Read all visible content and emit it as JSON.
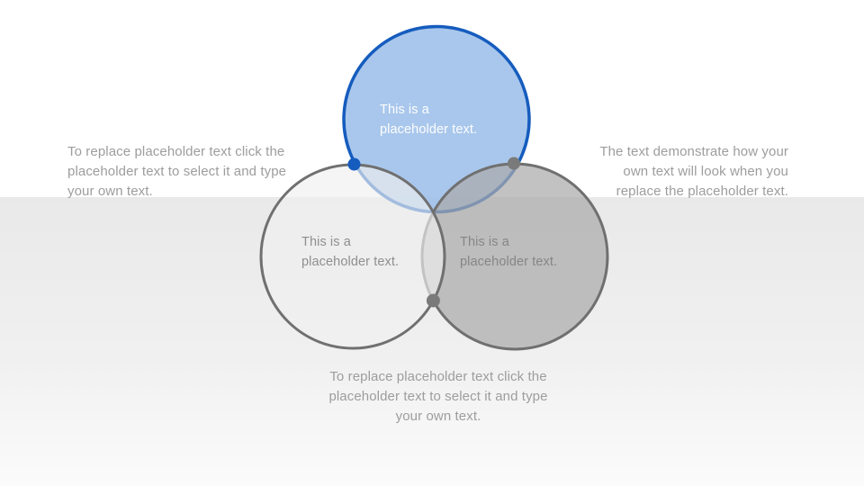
{
  "slide_type": "venn-diagram-placeholder-template",
  "background": {
    "top_color": "#ffffff",
    "band_top_color": "#e9e9e9",
    "band_bottom_color": "#fbfbfb"
  },
  "venn": {
    "top_circle": {
      "label": "This is a\nplaceholder text.",
      "fill": "#9dbfe9",
      "stroke": "#155cbe",
      "text_color": "#fdfdfd"
    },
    "left_circle": {
      "label": "This is a\nplaceholder text.",
      "fill": "#efefef",
      "stroke": "#707070",
      "text_color": "#8f8f8f"
    },
    "right_circle": {
      "label": "This is a\nplaceholder text.",
      "fill": "#ababab",
      "stroke": "#707070",
      "text_color": "#868686"
    },
    "dots": {
      "blue_dot_color": "#155cbe",
      "gray_dot_color": "#7a7a7a"
    }
  },
  "annotations": {
    "left": "To replace placeholder text click the\nplaceholder text to select it and type\nyour own text.",
    "right": "The text demonstrate how your\nown text will look when you\nreplace the placeholder text.",
    "bottom": "To replace placeholder text click the\nplaceholder text to select it and type\nyour own text.",
    "text_color": "#9d9d9d"
  }
}
